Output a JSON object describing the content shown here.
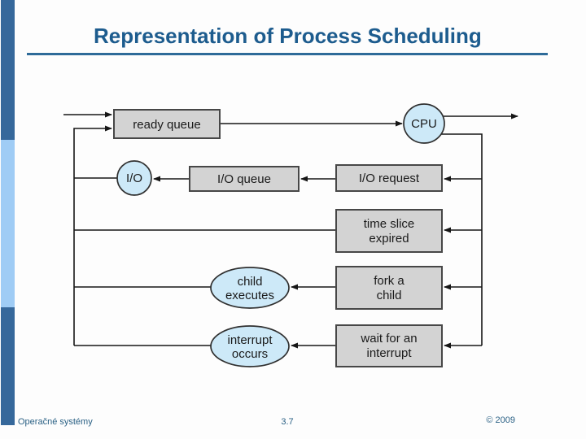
{
  "slide": {
    "title": "Representation of Process Scheduling",
    "footer": {
      "left": "Operačné systémy",
      "page_number": "3.7",
      "copyright": "© 2009"
    }
  },
  "diagram": {
    "nodes": {
      "ready_queue": {
        "label": "ready queue"
      },
      "cpu": {
        "label": "CPU"
      },
      "io": {
        "label": "I/O"
      },
      "io_queue": {
        "label": "I/O queue"
      },
      "io_request": {
        "label": "I/O request"
      },
      "time_slice": {
        "lines": [
          "time slice",
          "expired"
        ]
      },
      "fork_child": {
        "lines": [
          "fork a",
          "child"
        ]
      },
      "child_executes": {
        "lines": [
          "child",
          "executes"
        ]
      },
      "interrupt_occurs": {
        "lines": [
          "interrupt",
          "occurs"
        ]
      },
      "wait_interrupt": {
        "lines": [
          "wait for an",
          "interrupt"
        ]
      }
    },
    "colors": {
      "box_fill": "#d3d3d3",
      "box_border": "#474747",
      "ellipse_fill": "#cde9f8",
      "ellipse_border": "#303030",
      "line": "#161616"
    }
  },
  "colors": {
    "title_text": "#1d5c8e",
    "title_underline": "#2e6b99",
    "sidebar_dark": "#36689b",
    "sidebar_light": "#9fccf5",
    "footer_text": "#2b6185",
    "background": "#fdfdfd"
  }
}
